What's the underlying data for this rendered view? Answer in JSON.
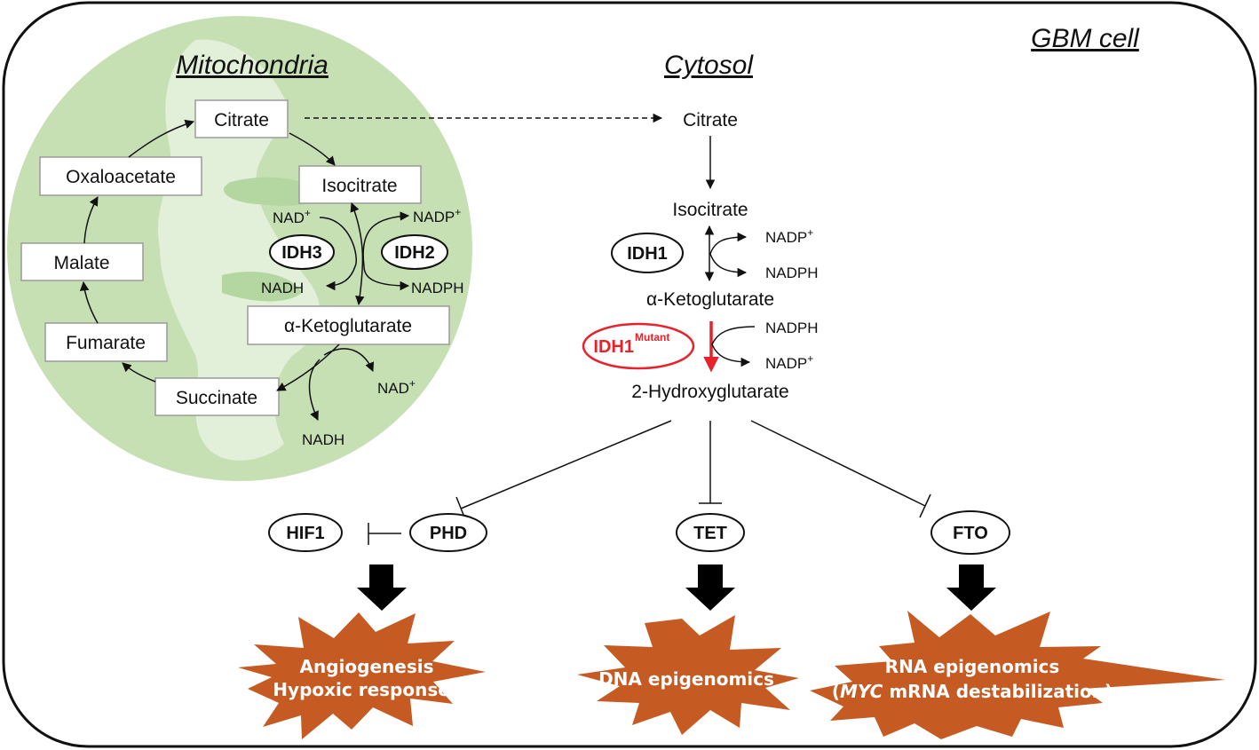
{
  "diagram": {
    "cell_label": "GBM cell",
    "mitochondria": {
      "title": "Mitochondria",
      "tca_cycle": [
        "Citrate",
        "Isocitrate",
        "α-Ketoglutarate",
        "Succinate",
        "Fumarate",
        "Malate",
        "Oxaloacetate"
      ],
      "enzymes": [
        "IDH3",
        "IDH2"
      ],
      "cofactors": {
        "idh3_in": "NAD+",
        "idh3_out": "NADH",
        "idh2_in": "NADP+",
        "idh2_out": "NADPH",
        "akg_in": "NAD+",
        "akg_out": "NADH"
      }
    },
    "cytosol": {
      "title": "Cytosol",
      "metabolites": [
        "Citrate",
        "Isocitrate",
        "α-Ketoglutarate",
        "2-Hydroxyglutarate"
      ],
      "idh1": {
        "label": "IDH1",
        "cofactor_top": "NADP+",
        "cofactor_bottom": "NADPH"
      },
      "idh1_mutant": {
        "label": "IDH1",
        "superscript": "Mutant",
        "cofactor_top": "NADPH",
        "cofactor_bottom": "NADP+",
        "color": "#e8212a"
      }
    },
    "targets": {
      "hif1": "HIF1",
      "phd": "PHD",
      "tet": "TET",
      "fto": "FTO"
    },
    "outcomes": [
      {
        "line1": "Angiogenesis",
        "line2": "Hypoxic responses"
      },
      {
        "line1": "DNA epigenomics"
      },
      {
        "line1": "RNA epigenomics",
        "line2_prefix": "(",
        "line2_italic": "MYC",
        "line2_rest": " mRNA destabilization)"
      }
    ],
    "colors": {
      "mito_fill": "#c6e0b4",
      "mito_inner": "#e2efd9",
      "burst": "#c55a23",
      "mutant": "#e8212a"
    }
  }
}
